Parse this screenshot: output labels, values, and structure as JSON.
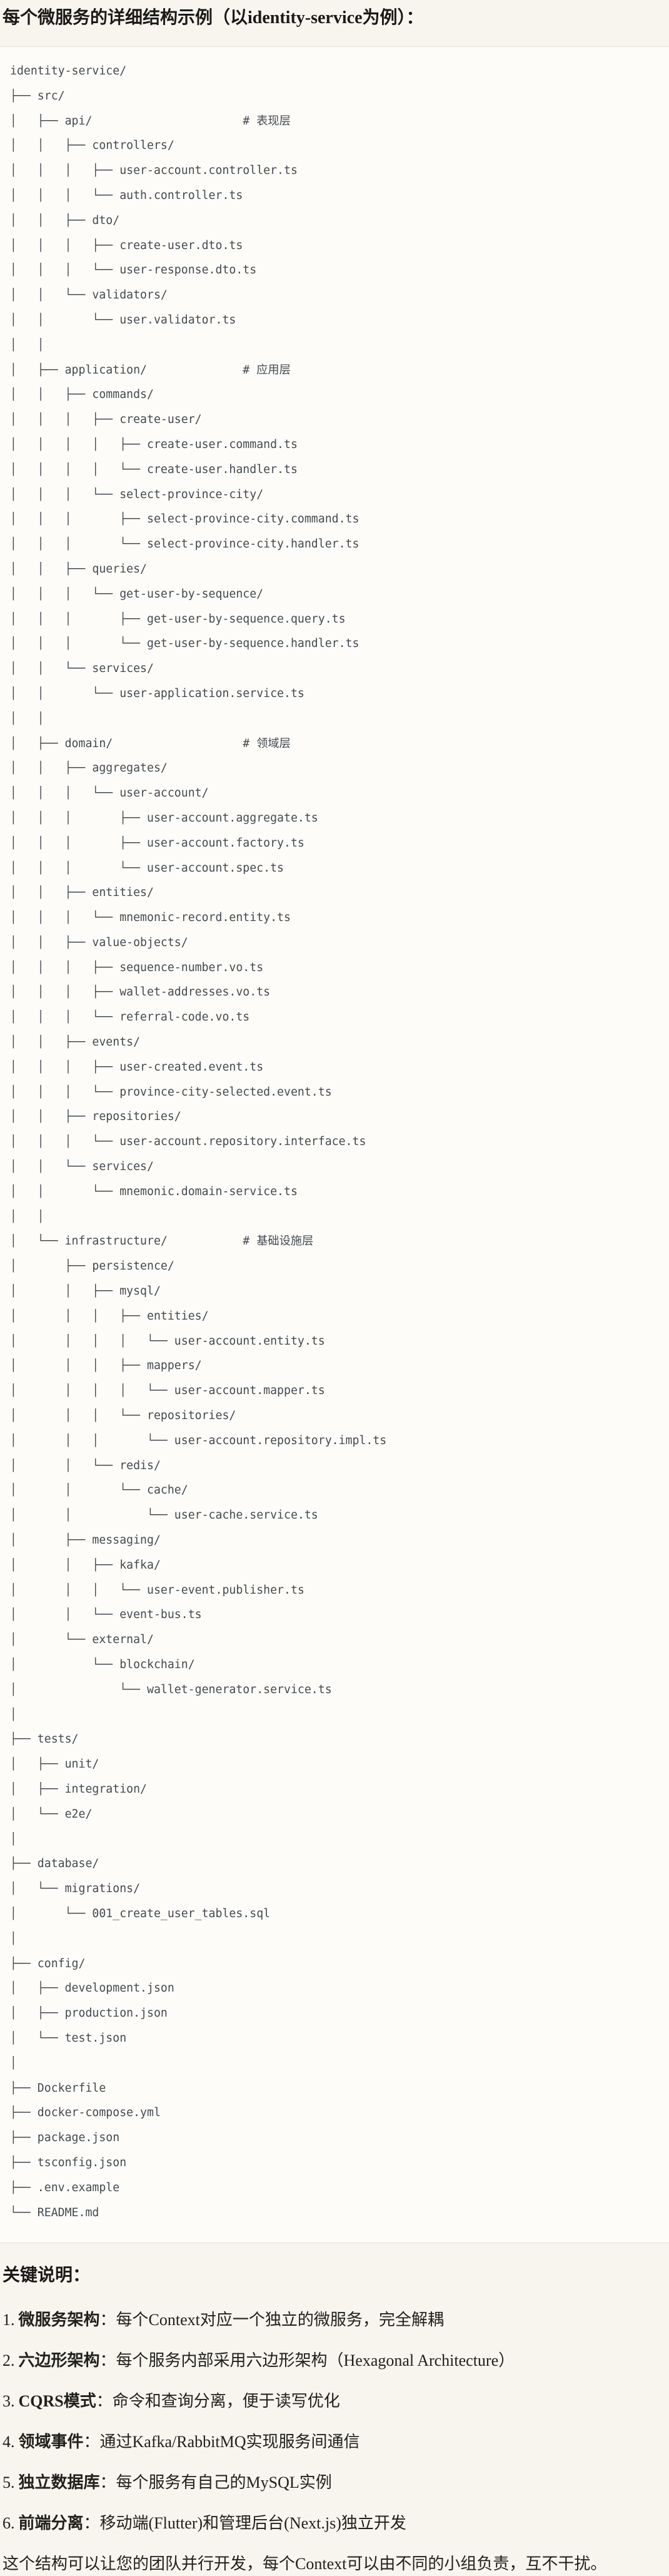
{
  "theme": {
    "page_bg": "#f7f5ee",
    "code_bg": "#fdfcf8",
    "code_border": "#e6e3d8",
    "code_text": "#434950",
    "text": "#21201d"
  },
  "title": "每个微服务的详细结构示例（以identity-service为例）：",
  "tree_lines": [
    "identity-service/",
    "├── src/",
    "│   ├── api/                      # 表现层",
    "│   │   ├── controllers/",
    "│   │   │   ├── user-account.controller.ts",
    "│   │   │   └── auth.controller.ts",
    "│   │   ├── dto/",
    "│   │   │   ├── create-user.dto.ts",
    "│   │   │   └── user-response.dto.ts",
    "│   │   └── validators/",
    "│   │       └── user.validator.ts",
    "│   │",
    "│   ├── application/              # 应用层",
    "│   │   ├── commands/",
    "│   │   │   ├── create-user/",
    "│   │   │   │   ├── create-user.command.ts",
    "│   │   │   │   └── create-user.handler.ts",
    "│   │   │   └── select-province-city/",
    "│   │   │       ├── select-province-city.command.ts",
    "│   │   │       └── select-province-city.handler.ts",
    "│   │   ├── queries/",
    "│   │   │   └── get-user-by-sequence/",
    "│   │   │       ├── get-user-by-sequence.query.ts",
    "│   │   │       └── get-user-by-sequence.handler.ts",
    "│   │   └── services/",
    "│   │       └── user-application.service.ts",
    "│   │",
    "│   ├── domain/                   # 领域层",
    "│   │   ├── aggregates/",
    "│   │   │   └── user-account/",
    "│   │   │       ├── user-account.aggregate.ts",
    "│   │   │       ├── user-account.factory.ts",
    "│   │   │       └── user-account.spec.ts",
    "│   │   ├── entities/",
    "│   │   │   └── mnemonic-record.entity.ts",
    "│   │   ├── value-objects/",
    "│   │   │   ├── sequence-number.vo.ts",
    "│   │   │   ├── wallet-addresses.vo.ts",
    "│   │   │   └── referral-code.vo.ts",
    "│   │   ├── events/",
    "│   │   │   ├── user-created.event.ts",
    "│   │   │   └── province-city-selected.event.ts",
    "│   │   ├── repositories/",
    "│   │   │   └── user-account.repository.interface.ts",
    "│   │   └── services/",
    "│   │       └── mnemonic.domain-service.ts",
    "│   │",
    "│   └── infrastructure/           # 基础设施层",
    "│       ├── persistence/",
    "│       │   ├── mysql/",
    "│       │   │   ├── entities/",
    "│       │   │   │   └── user-account.entity.ts",
    "│       │   │   ├── mappers/",
    "│       │   │   │   └── user-account.mapper.ts",
    "│       │   │   └── repositories/",
    "│       │   │       └── user-account.repository.impl.ts",
    "│       │   └── redis/",
    "│       │       └── cache/",
    "│       │           └── user-cache.service.ts",
    "│       ├── messaging/",
    "│       │   ├── kafka/",
    "│       │   │   └── user-event.publisher.ts",
    "│       │   └── event-bus.ts",
    "│       └── external/",
    "│           └── blockchain/",
    "│               └── wallet-generator.service.ts",
    "│",
    "├── tests/",
    "│   ├── unit/",
    "│   ├── integration/",
    "│   └── e2e/",
    "│",
    "├── database/",
    "│   └── migrations/",
    "│       └── 001_create_user_tables.sql",
    "│",
    "├── config/",
    "│   ├── development.json",
    "│   ├── production.json",
    "│   └── test.json",
    "│",
    "├── Dockerfile",
    "├── docker-compose.yml",
    "├── package.json",
    "├── tsconfig.json",
    "├── .env.example",
    "└── README.md"
  ],
  "notes": {
    "heading": "关键说明：",
    "items": [
      {
        "num": "1.",
        "term": "微服务架构",
        "desc": "：每个Context对应一个独立的微服务，完全解耦"
      },
      {
        "num": "2.",
        "term": "六边形架构",
        "desc": "：每个服务内部采用六边形架构（Hexagonal Architecture）"
      },
      {
        "num": "3.",
        "term": "CQRS模式",
        "desc": "：命令和查询分离，便于读写优化"
      },
      {
        "num": "4.",
        "term": "领域事件",
        "desc": "：通过Kafka/RabbitMQ实现服务间通信"
      },
      {
        "num": "5.",
        "term": "独立数据库",
        "desc": "：每个服务有自己的MySQL实例"
      },
      {
        "num": "6.",
        "term": "前端分离",
        "desc": "：移动端(Flutter)和管理后台(Next.js)独立开发"
      }
    ],
    "summary": "这个结构可以让您的团队并行开发，每个Context可以由不同的小组负责，互不干扰。"
  }
}
